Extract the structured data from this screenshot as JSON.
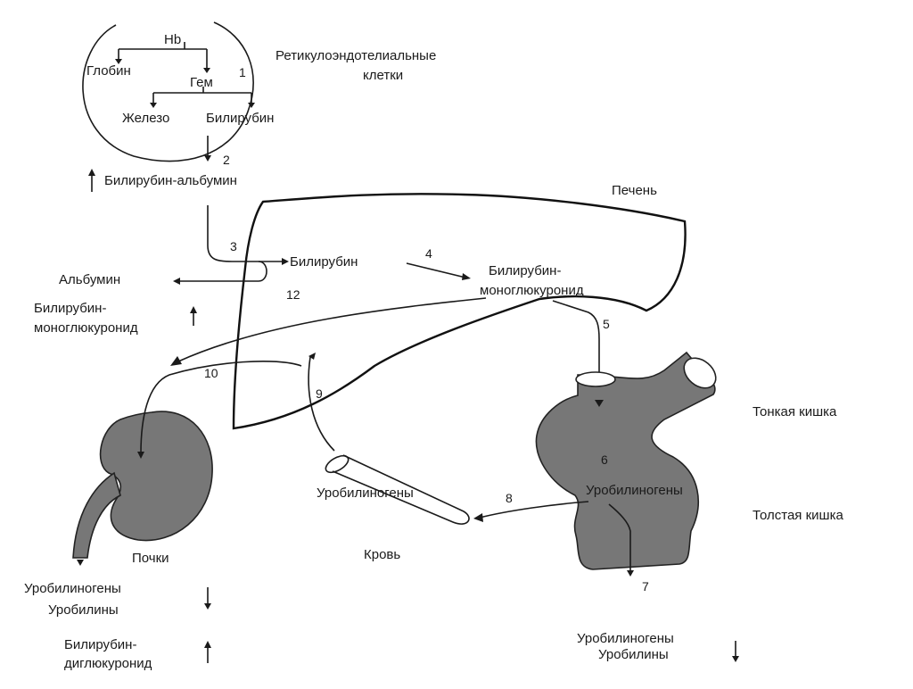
{
  "labels": {
    "hb": "Hb",
    "globin": "Глобин",
    "gem": "Гем",
    "iron": "Железо",
    "bilirubin_rec": "Билирубин",
    "reticulo_1": "Ретикулоэндотелиальные",
    "reticulo_2": "клетки",
    "bil_albumin": "Билирубин-альбумин",
    "liver": "Печень",
    "bilirubin_liver": "Билирубин",
    "albumin": "Альбумин",
    "monogluc_liver_1": "Билирубин-",
    "monogluc_liver_2": "моноглюкуронид",
    "monogluc_blood_1": "Билирубин-",
    "monogluc_blood_2": "моноглюкуронид",
    "small_intestine": "Тонкая кишка",
    "large_intestine": "Толстая кишка",
    "urobilinogen_intestine": "Уробилиногены",
    "urobilinogen_blood": "Уробилиногены",
    "blood": "Кровь",
    "kidneys": "Почки",
    "urine_1": "Уробилиногены",
    "urine_2": "Уробилины",
    "urine_3": "Билирубин-",
    "urine_4": "диглюкуронид",
    "feces_1": "Уробилиногены",
    "feces_2": "Уробилины"
  },
  "steps": [
    "1",
    "2",
    "3",
    "4",
    "5",
    "6",
    "7",
    "8",
    "9",
    "10",
    "12"
  ],
  "indicators": {
    "up": "↑",
    "down": "↓"
  }
}
